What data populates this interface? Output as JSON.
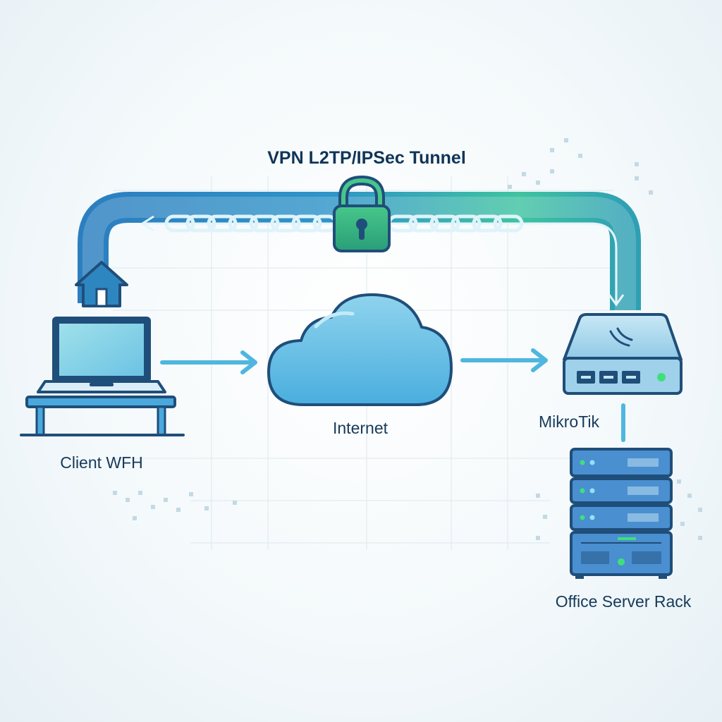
{
  "diagram": {
    "title": "VPN L2TP/IPSec Tunnel",
    "nodes": {
      "client": {
        "label": "Client WFH"
      },
      "internet": {
        "label": "Internet"
      },
      "router": {
        "label": "MikroTik"
      },
      "rack": {
        "label": "Office Server Rack"
      }
    }
  },
  "colors": {
    "tunnel_left": "#2b7fc0",
    "tunnel_right": "#3fcf8a",
    "cloud": "#5bb8de",
    "outline": "#1f4e7a",
    "status_led": "#3ee07a",
    "text": "#163a5a"
  },
  "icons": [
    "house-icon",
    "laptop-icon",
    "desk-icon",
    "cloud-icon",
    "lock-icon",
    "router-icon",
    "server-rack-icon"
  ]
}
